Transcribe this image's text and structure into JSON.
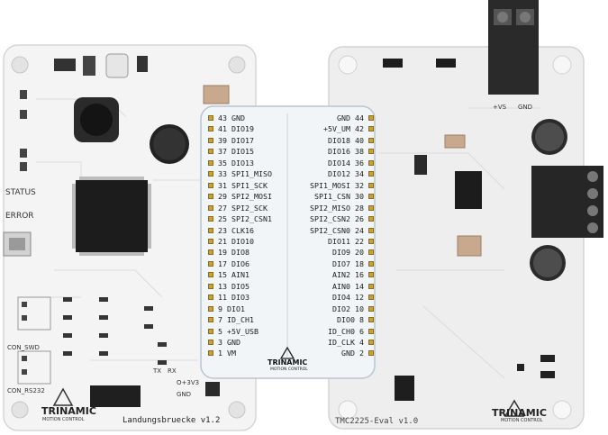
{
  "left_board": {
    "name": "Landungsbruecke v1.2",
    "brand": "TRINAMIC",
    "brand_sub": "MOTION CONTROL",
    "labels": {
      "status": "STATUS",
      "error": "ERROR",
      "con_swd": "CON_SWD",
      "con_rs232": "CON_RS232",
      "o_3v3": "O+3V3",
      "gnd": "GND",
      "tx": "TX",
      "rx": "RX"
    }
  },
  "right_board": {
    "name": "TMC2225-Eval v1.0",
    "brand": "TRINAMIC",
    "brand_sub": "MOTION CONTROL",
    "labels": {
      "vs": "+VS",
      "gnd": "GND"
    }
  },
  "bridge": {
    "brand": "TRINAMIC",
    "brand_sub": "MOTION CONTROL",
    "pins": [
      {
        "l": "43 GND",
        "r": "GND 44"
      },
      {
        "l": "41 DIO19",
        "r": "+5V_UM 42"
      },
      {
        "l": "39 DIO17",
        "r": "DIO18 40"
      },
      {
        "l": "37 DIO15",
        "r": "DIO16 38"
      },
      {
        "l": "35 DIO13",
        "r": "DIO14 36"
      },
      {
        "l": "33 SPI1_MISO",
        "r": "DIO12 34"
      },
      {
        "l": "31 SPI1_SCK",
        "r": "SPI1_MOSI 32"
      },
      {
        "l": "29 SPI2_MOSI",
        "r": "SPI1_CSN 30"
      },
      {
        "l": "27 SPI2_SCK",
        "r": "SPI2_MISO 28"
      },
      {
        "l": "25 SPI2_CSN1",
        "r": "SPI2_CSN2 26"
      },
      {
        "l": "23 CLK16",
        "r": "SPI2_CSN0 24"
      },
      {
        "l": "21 DIO10",
        "r": "DIO11 22"
      },
      {
        "l": "19 DIO8",
        "r": "DIO9 20"
      },
      {
        "l": "17 DIO6",
        "r": "DIO7 18"
      },
      {
        "l": "15 AIN1",
        "r": "AIN2 16"
      },
      {
        "l": "13 DIO5",
        "r": "AIN0 14"
      },
      {
        "l": "11 DIO3",
        "r": "DIO4 12"
      },
      {
        "l": "9 DIO1",
        "r": "DIO2 10"
      },
      {
        "l": "7 ID_CH1",
        "r": "DIO0 8"
      },
      {
        "l": "5 +5V_USB",
        "r": "ID_CH0 6"
      },
      {
        "l": "3 GND",
        "r": "ID_CLK 4"
      },
      {
        "l": "1 VM",
        "r": "GND 2"
      }
    ]
  },
  "colors": {
    "board": "#efefef",
    "pad_gold": "#c9a233",
    "terminal": "#2b2b2b",
    "chip": "#1e1e1e",
    "bridge_blue": "#cbd8e4"
  }
}
